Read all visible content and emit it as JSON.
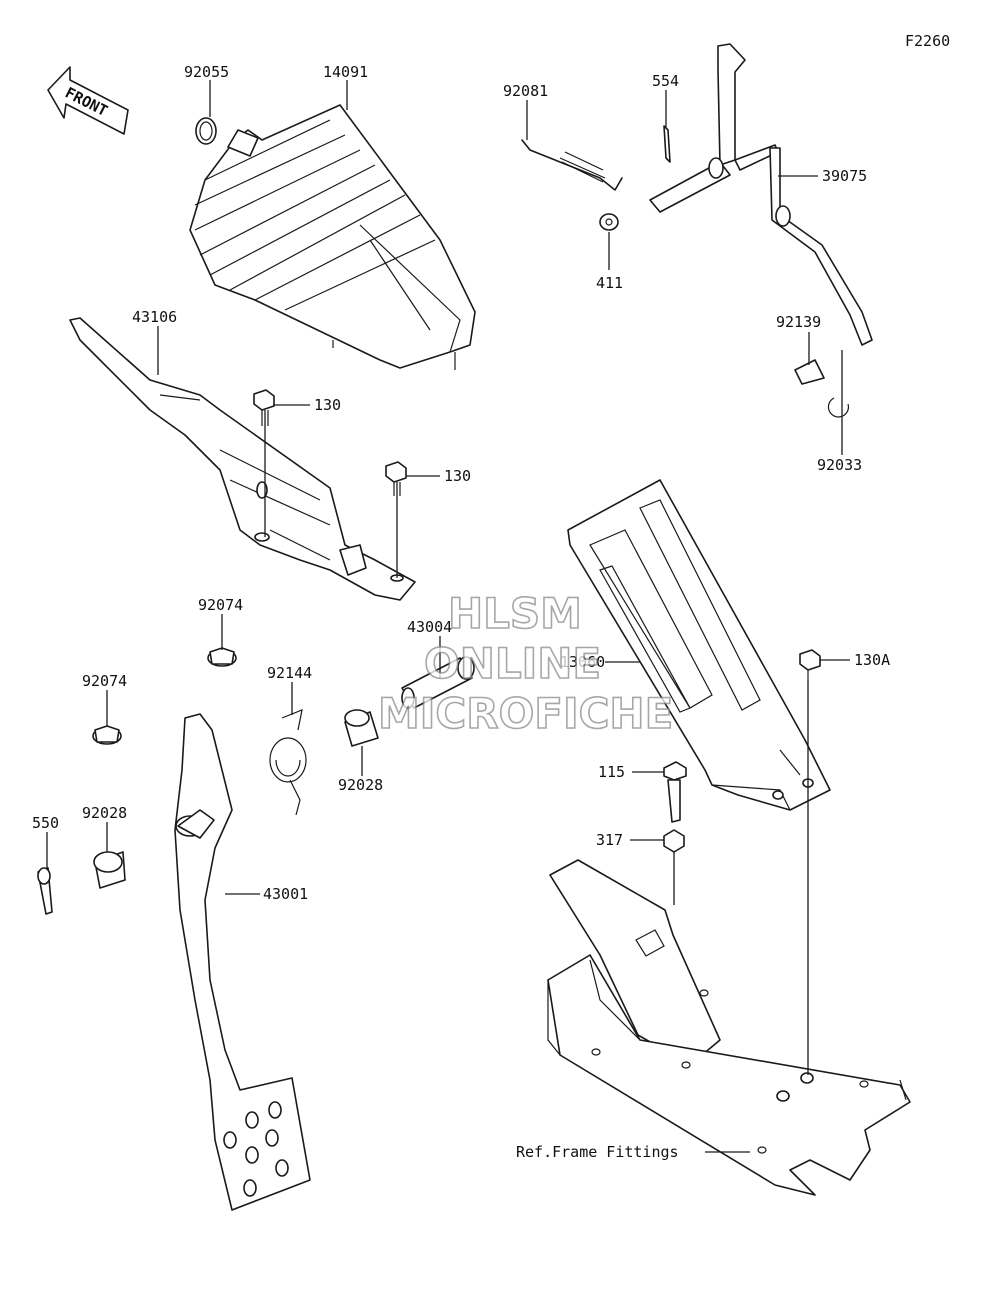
{
  "figure_code": "F2260",
  "front_label": "FRONT",
  "watermark": [
    "HLSM",
    "ONLINE",
    "MICROFICHE"
  ],
  "labels": {
    "p92055": "92055",
    "p14091": "14091",
    "p92081": "92081",
    "p554": "554",
    "p39075": "39075",
    "p411": "411",
    "p43106": "43106",
    "p130a": "130",
    "p130b": "130",
    "p92139": "92139",
    "p92033": "92033",
    "p92074a": "92074",
    "p43004": "43004",
    "p13060": "13060",
    "p130A": "130A",
    "p92144": "92144",
    "p92074b": "92074",
    "p92028a": "92028",
    "p115": "115",
    "p550": "550",
    "p92028b": "92028",
    "p317": "317",
    "p43001": "43001",
    "ref": "Ref.Frame Fittings"
  }
}
